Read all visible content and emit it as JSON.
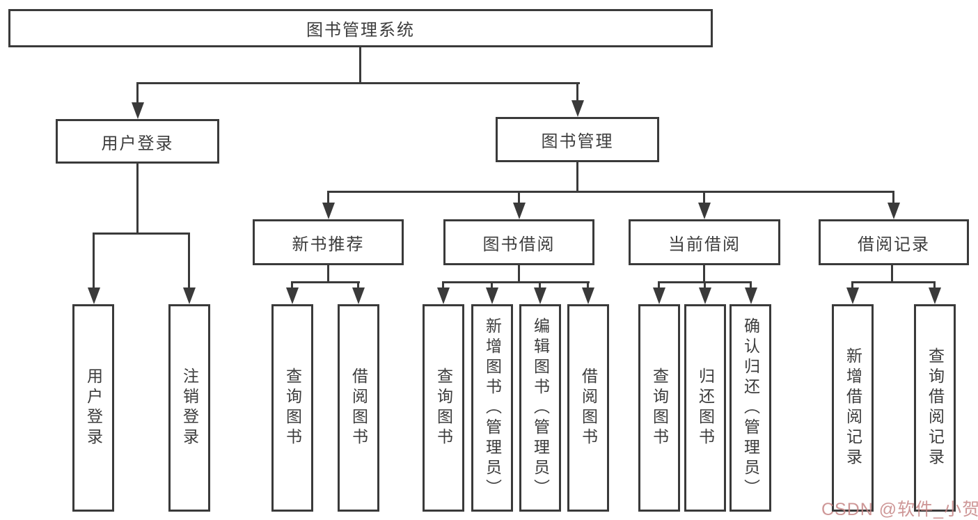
{
  "diagram": {
    "root": "图书管理系统",
    "user_login": {
      "label": "用户登录",
      "children": [
        "用户登录",
        "注销登录"
      ]
    },
    "book_mgmt": {
      "label": "图书管理",
      "sections": {
        "new_book": {
          "label": "新书推荐",
          "children": [
            "查询图书",
            "借阅图书"
          ]
        },
        "borrow": {
          "label": "图书借阅",
          "children": [
            "查询图书",
            "新增图书（管理员）",
            "编辑图书（管理员）",
            "借阅图书"
          ]
        },
        "current": {
          "label": "当前借阅",
          "children": [
            "查询图书",
            "归还图书",
            "确认归还（管理员）"
          ]
        },
        "records": {
          "label": "借阅记录",
          "children": [
            "新增借阅记录",
            "查询借阅记录"
          ]
        }
      }
    }
  },
  "watermark": "CSDN @软件_小贺同学",
  "colors": {
    "line": "#3a3a3a",
    "text": "#3c3c3c",
    "watermark": "#c68585",
    "background": "#ffffff"
  }
}
